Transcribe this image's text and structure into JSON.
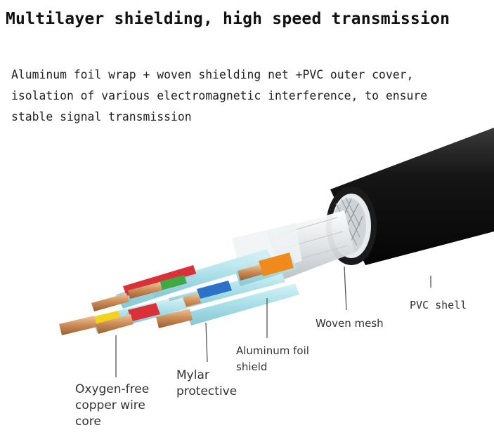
{
  "title": "Multilayer shielding, high speed transmission",
  "description": {
    "lines": [
      "Aluminum foil wrap + woven shielding net +PVC outer cover,",
      "isolation of various electromagnetic interference, to ensure",
      "stable signal transmission"
    ]
  },
  "labels": {
    "pvc_shell": "PVC shell",
    "woven_mesh": "Woven mesh",
    "aluminum_foil": [
      "Aluminum foil",
      "shield"
    ],
    "mylar": [
      "Mylar",
      "protective"
    ],
    "copper_core": [
      "Oxygen-free",
      "copper wire",
      "core"
    ]
  },
  "colors": {
    "pvc_jacket": "#111111",
    "wire_sheath": "#a9dfe8",
    "copper": "#c98a55",
    "red": "#d9303a",
    "green": "#3faa45",
    "blue": "#2b72c8",
    "orange": "#f08a1c",
    "yellow": "#f2d21a",
    "foil": "#e6e8ea"
  }
}
